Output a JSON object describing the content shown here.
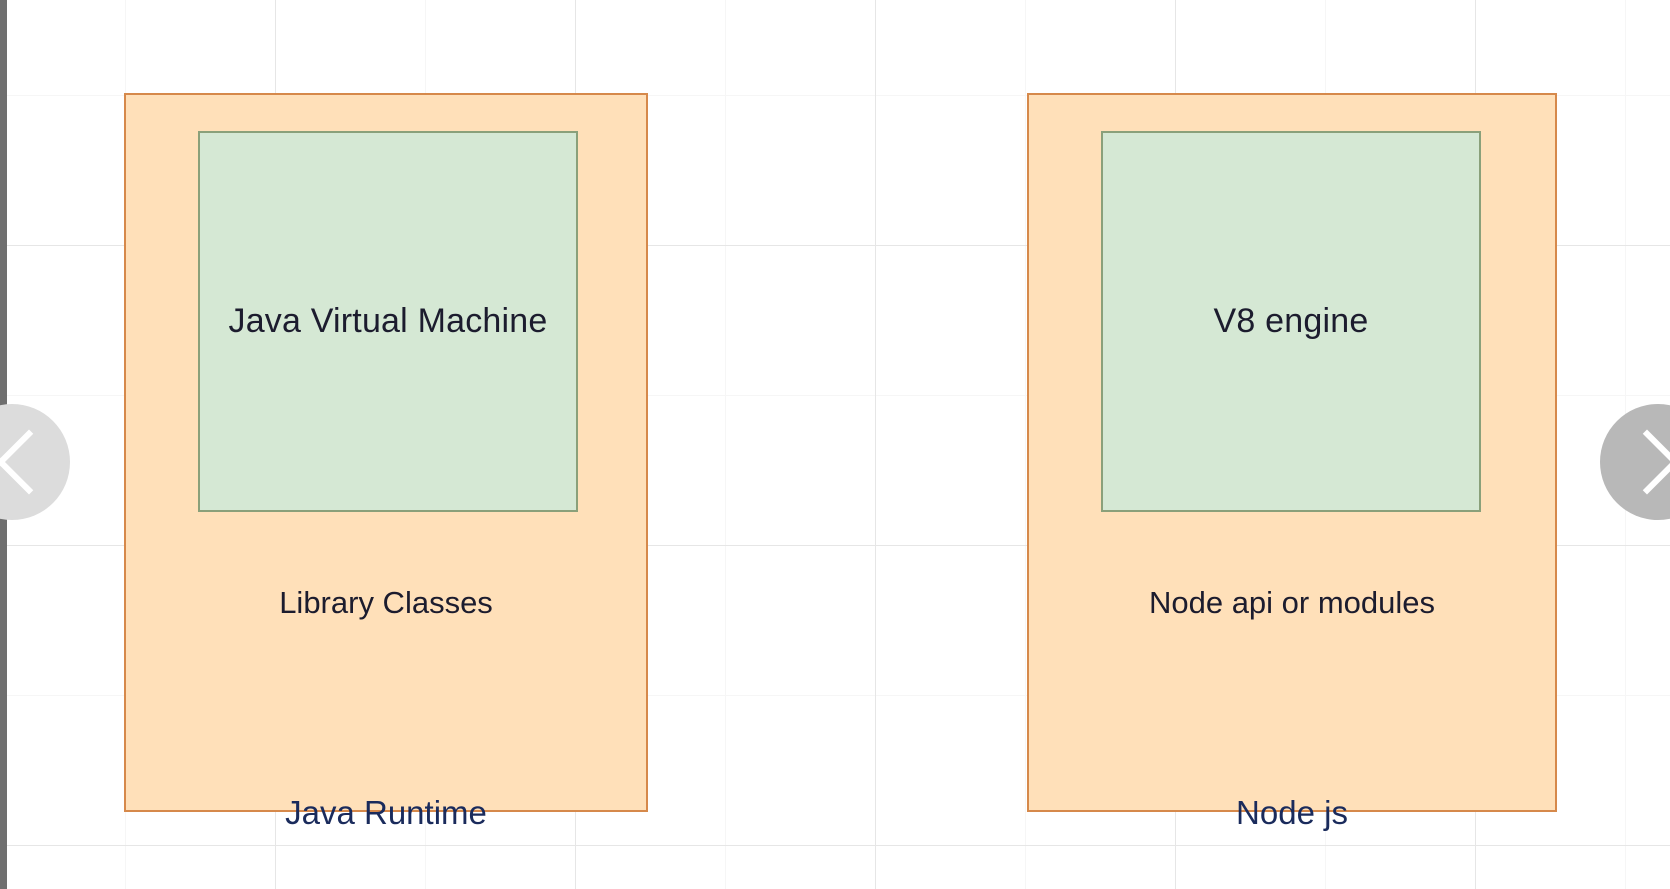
{
  "canvas": {
    "background_color": "#ffffff",
    "grid_color": "#ededed"
  },
  "palette": {
    "outer_fill": "#ffe0b9",
    "outer_border": "#d6894b",
    "inner_fill": "#d5e8d4",
    "inner_border": "#8aa07a",
    "label_color": "#1c1c2e",
    "caption_color": "#1a2b5c",
    "nav_prev_bg": "#dcdcdc",
    "nav_next_bg": "#b8b8b8"
  },
  "diagram": {
    "type": "comparison-architecture-diagram",
    "blocks": [
      {
        "id": "java-runtime",
        "inner_label": "Java Virtual Machine",
        "outer_label": "Library Classes",
        "caption": "Java Runtime"
      },
      {
        "id": "node-js",
        "inner_label": "V8 engine",
        "outer_label": "Node api or modules",
        "caption": "Node js"
      }
    ]
  },
  "navigation": {
    "prev_icon": "chevron-left-icon",
    "next_icon": "chevron-right-icon",
    "prev_label": "",
    "next_label": ""
  }
}
